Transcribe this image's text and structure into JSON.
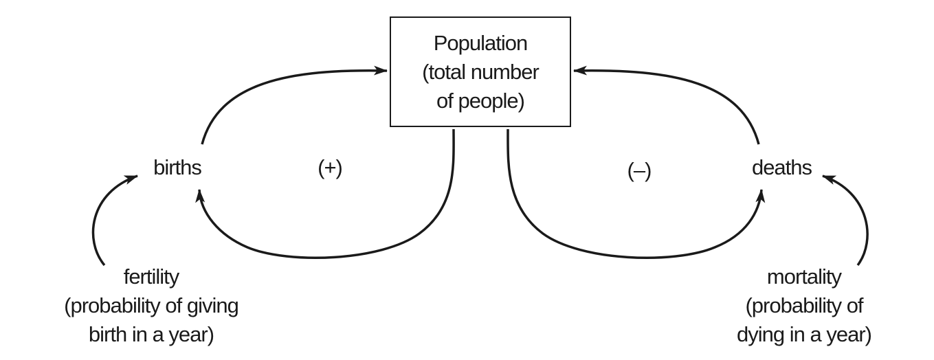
{
  "population": {
    "title": "Population",
    "line2": "(total number",
    "line3": "of people)"
  },
  "births": "births",
  "deaths": "deaths",
  "loop_positive": "(+)",
  "loop_negative": "(–)",
  "fertility": {
    "title": "fertility",
    "line2": "(probability of giving",
    "line3": "birth in a year)"
  },
  "mortality": {
    "title": "mortality",
    "line2": "(probability of",
    "line3": "dying in a year)"
  }
}
